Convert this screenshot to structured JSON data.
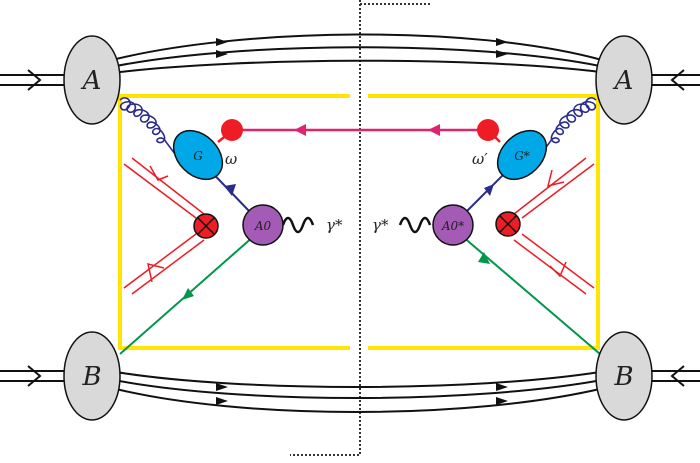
{
  "diagram": {
    "blobs": {
      "a_left": "A",
      "a_right": "A",
      "b_left": "B",
      "b_right": "B"
    },
    "vertices": {
      "g_left": "G",
      "g_right": "G*",
      "a0_left": "A0",
      "a0_right": "A0*"
    },
    "labels": {
      "omega_left": "ω",
      "omega_right": "ω′",
      "gamma_left": "γ*",
      "gamma_right": "γ*"
    },
    "colors": {
      "hadron_blob": "#d9d9d9",
      "gluon_vertex": "#00a8e8",
      "photon_vertex": "#a35bb5",
      "omega_dot": "#ee1c25",
      "omega_line": "#e0236f",
      "quark_line": "#2a2c8c",
      "antiquark_line": "#00964b",
      "soft_lines": "#ee1c25",
      "frame": "#ffe500",
      "cut_line": "#333333"
    }
  }
}
